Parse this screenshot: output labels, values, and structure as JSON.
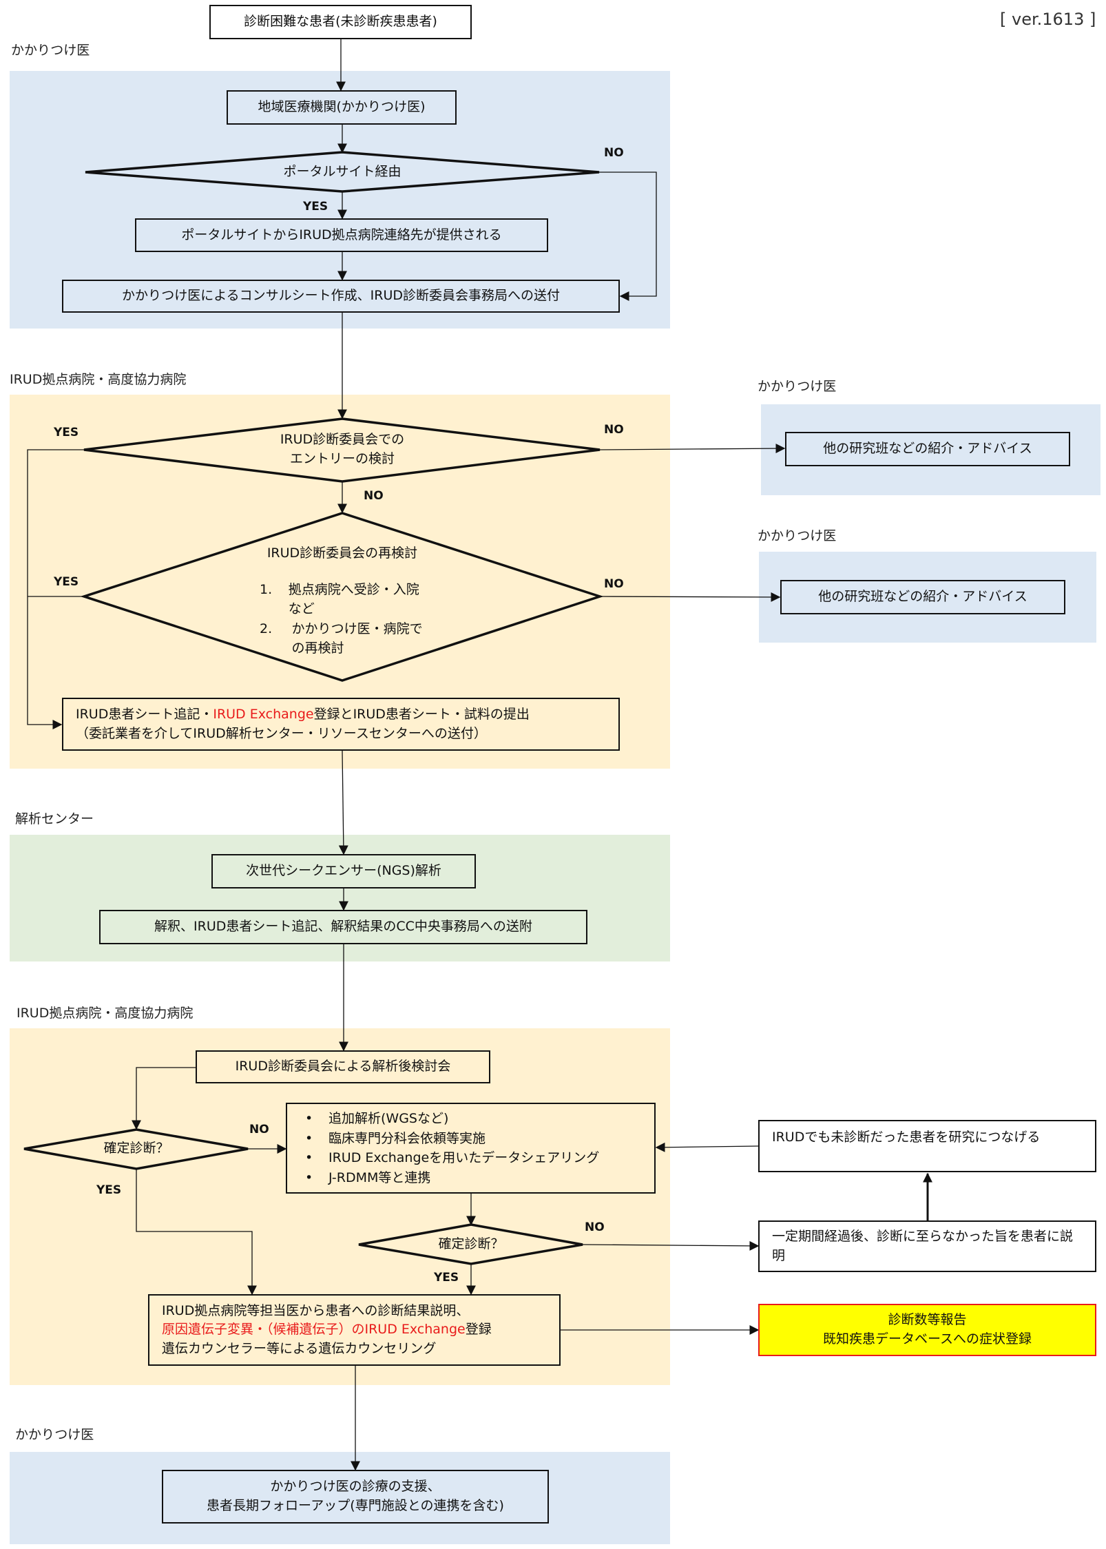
{
  "version_label": "[ ver.1613 ]",
  "colors": {
    "lane_kakaritsuke": "#dde8f4",
    "lane_irud_hospital": "#fff1d0",
    "lane_analysis_center": "#e2eedb",
    "highlight_text": "#e81b1b",
    "report_box_fill": "#ffff00",
    "report_box_border": "#e81b1b"
  },
  "start": {
    "text": "診断困難な患者(未診断疾患患者)"
  },
  "lanes": {
    "kakaritsuke_top": {
      "label": "かかりつけ医",
      "local_clinic": "地域医療機関(かかりつけ医)",
      "portal_decision": "ポータルサイト経由",
      "portal_yes": "YES",
      "portal_no": "NO",
      "portal_provides": "ポータルサイトからIRUD拠点病院連絡先が提供される",
      "consult_sheet": "かかりつけ医によるコンサルシート作成、IRUD診断委員会事務局への送付"
    },
    "irud_hospital_1": {
      "label": "IRUD拠点病院・高度協力病院",
      "entry_decision_line1": "IRUD診断委員会での",
      "entry_decision_line2": "エントリーの検討",
      "entry_yes": "YES",
      "entry_no_right": "NO",
      "entry_no_down": "NO",
      "recheck_title": "IRUD診断委員会の再検討",
      "recheck_items": [
        {
          "num": "1.",
          "text": "拠点病院へ受診・入院など"
        },
        {
          "num": "2.",
          "text": "かかりつけ医・病院での再検討"
        }
      ],
      "recheck_yes": "YES",
      "recheck_no": "NO",
      "submit_line1_a": "IRUD患者シート追記・",
      "submit_line1_red": "IRUD Exchange",
      "submit_line1_b": "登録とIRUD患者シート・試料の提出",
      "submit_line2": "（委託業者を介してIRUD解析センター・リソースセンターへの送付）"
    },
    "referral_1": {
      "label": "かかりつけ医",
      "box": "他の研究班などの紹介・アドバイス"
    },
    "referral_2": {
      "label": "かかりつけ医",
      "box": "他の研究班などの紹介・アドバイス"
    },
    "analysis_center": {
      "label": "解析センター",
      "ngs": "次世代シークエンサー(NGS)解析",
      "interpretation": "解釈、IRUD患者シート追記、解釈結果のCC中央事務局への送附"
    },
    "irud_hospital_2": {
      "label": "IRUD拠点病院・高度協力病院",
      "post_review": "IRUD診断委員会による解析後検討会",
      "diag_decision_1": "確定診断？",
      "diag1_no": "NO",
      "diag1_yes": "YES",
      "additional_items": [
        "追加解析(WGSなど)",
        "臨床専門分科会依頼等実施",
        "IRUD Exchangeを用いたデータシェアリング",
        "J-RDMM等と連携"
      ],
      "diag_decision_2": "確定診断？",
      "diag2_no": "NO",
      "diag2_yes": "YES",
      "result_line1": "IRUD拠点病院等担当医から患者への診断結果説明、",
      "result_line2_red": "原因遺伝子変異・（候補遺伝子）のIRUD Exchange",
      "result_line2_b": "登録",
      "result_line3": "遺伝カウンセラー等による遺伝カウンセリング"
    },
    "right_side": {
      "research_link": "IRUDでも未診断だった患者を研究につなげる",
      "no_diagnosis_explain": "一定期間経過後、診断に至らなかった旨を患者に説明",
      "report_line1": "診断数等報告",
      "report_line2": "既知疾患データベースへの症状登録"
    },
    "kakaritsuke_bottom": {
      "label": "かかりつけ医",
      "followup_line1": "かかりつけ医の診療の支援、",
      "followup_line2": "患者長期フォローアップ(専門施設との連携を含む)"
    }
  }
}
